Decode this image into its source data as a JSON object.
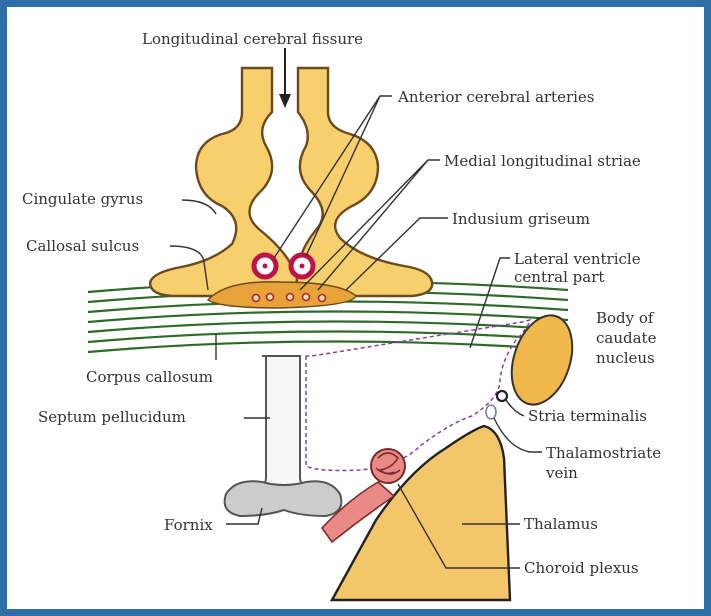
{
  "colors": {
    "gyrus_fill": "#f7cf6c",
    "gyrus_stroke": "#6b4a1f",
    "callosum_line": "#2e6b2a",
    "artery_ring": "#c0124a",
    "striae_fill": "#e8a23a",
    "septum_fill": "#f7f7f7",
    "fornix_fill": "#cccccc",
    "caudate_fill": "#f0b84a",
    "thalamus_fill": "#f4c66a",
    "choroid_fill": "#e98a86",
    "ventricle_dash": "#8a3fa8",
    "frame": "#2f6fa8"
  },
  "labels": {
    "fissure": "Longitudinal cerebral fissure",
    "arteries": "Anterior cerebral arteries",
    "striae": "Medial longitudinal striae",
    "cingulate": "Cingulate gyrus",
    "indusium": "Indusium griseum",
    "callosal_sulcus": "Callosal sulcus",
    "lateral_ventricle": [
      "Lateral ventricle",
      "central part"
    ],
    "caudate": [
      "Body of",
      "caudate",
      "nucleus"
    ],
    "corpus_callosum": "Corpus callosum",
    "septum": "Septum pellucidum",
    "stria_terminalis": "Stria terminalis",
    "thalamostriate": [
      "Thalamostriate",
      "vein"
    ],
    "fornix": "Fornix",
    "thalamus": "Thalamus",
    "choroid": "Choroid plexus"
  },
  "icons": {
    "fissure_arrow": "down-arrow-icon"
  }
}
